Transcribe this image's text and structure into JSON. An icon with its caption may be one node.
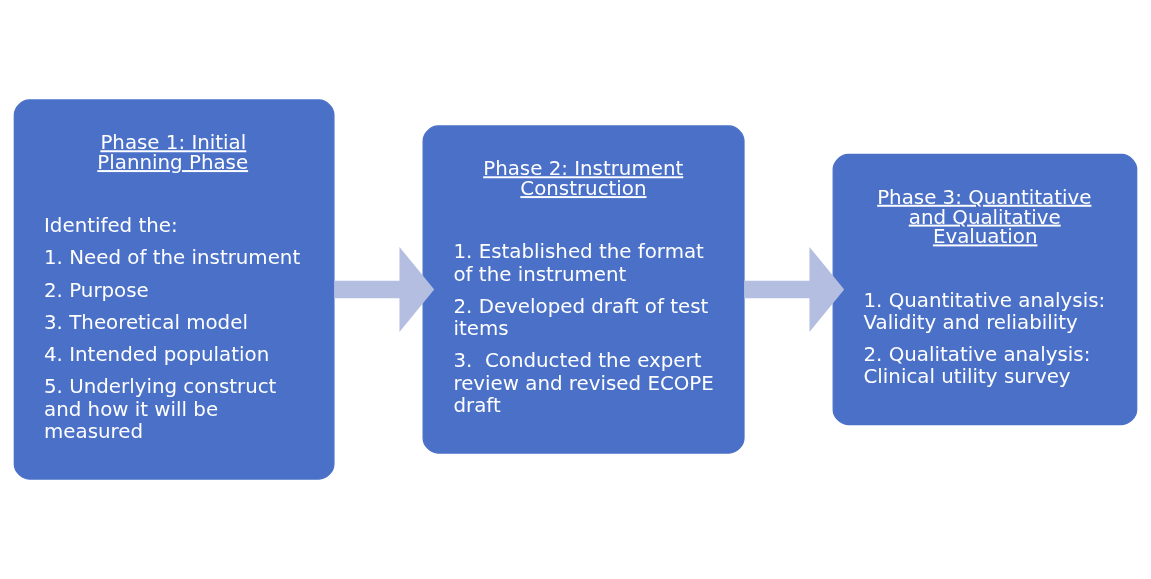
{
  "diagram": {
    "nodes": [
      {
        "text": [
          "Phase 1: Initial Planning Phase",
          "Identifed the:",
          "1. Need of the instrument",
          "2. Purpose",
          "3. Theoretical model",
          "4. Intended population",
          "5. Underlying construct and how it will be measured"
        ]
      },
      {
        "text": [
          "Phase 2: Instrument Construction",
          "1. Established the format of the instrument",
          "2. Developed draft of test items",
          "3.  Conducted the expert review and revised ECOPE draft"
        ]
      },
      {
        "text": [
          "Phase 3: Quantitative and Qualitative Evaluation",
          "1. Quantitative analysis: Validity and reliability",
          "2. Qualitative analysis: Clinical utility survey"
        ]
      }
    ],
    "edges": [
      {
        "from": 0,
        "to": 1,
        "arrow": "to",
        "color": "#b4bee0"
      },
      {
        "from": 1,
        "to": 2,
        "arrow": "to",
        "color": "#b4bee0"
      }
    ]
  }
}
